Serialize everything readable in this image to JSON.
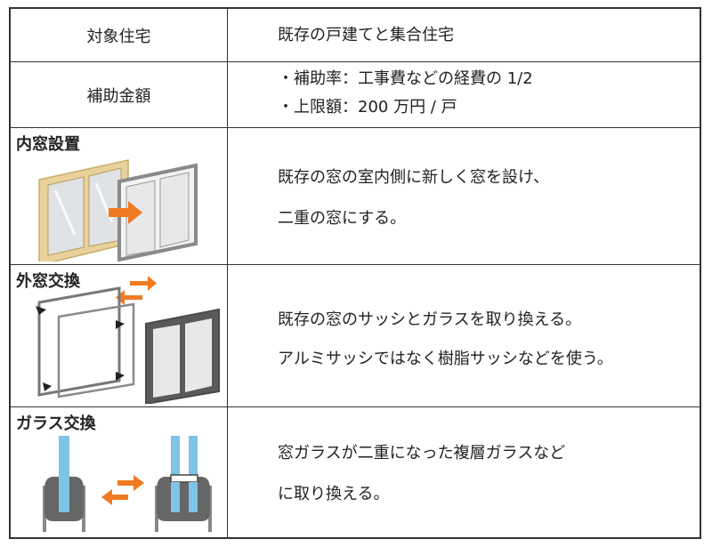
{
  "table": {
    "header": {
      "label": "対象住宅",
      "value": "既存の戸建てと集合住宅"
    },
    "subsidy": {
      "label": "補助金額",
      "lines": [
        "・補助率：工事費などの経費の 1/2",
        "・上限額：200 万円 / 戸"
      ]
    },
    "methods": [
      {
        "title": "内窓設置",
        "desc": [
          "既存の窓の室内側に新しく窓を設け、",
          "二重の窓にする。"
        ]
      },
      {
        "title": "外窓交換",
        "desc": [
          "既存の窓のサッシとガラスを取り換える。",
          "アルミサッシではなく樹脂サッシなどを使う。"
        ]
      },
      {
        "title": "ガラス交換",
        "desc": [
          "窓ガラスが二重になった複層ガラスなど",
          "に取り換える。"
        ]
      }
    ]
  },
  "colors": {
    "arrow": "#f07a22",
    "wood": "#e8d19a",
    "frame_gray": "#5a5a5a",
    "glass": "#7fc3e6"
  },
  "icons": [
    "swap-arrows-icon",
    "right-arrow-icon"
  ]
}
